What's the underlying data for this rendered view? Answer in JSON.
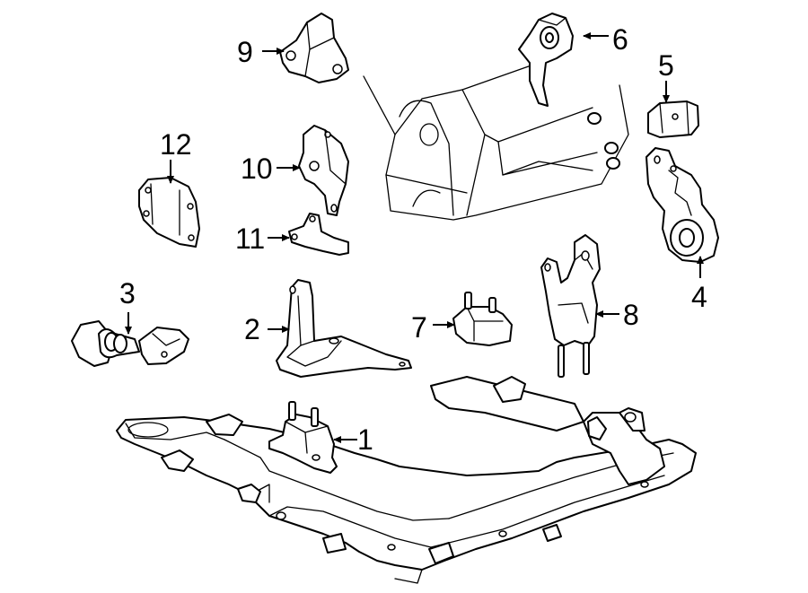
{
  "diagram": {
    "callouts": [
      {
        "id": "1",
        "label": "1"
      },
      {
        "id": "2",
        "label": "2"
      },
      {
        "id": "3",
        "label": "3"
      },
      {
        "id": "4",
        "label": "4"
      },
      {
        "id": "5",
        "label": "5"
      },
      {
        "id": "6",
        "label": "6"
      },
      {
        "id": "7",
        "label": "7"
      },
      {
        "id": "8",
        "label": "8"
      },
      {
        "id": "9",
        "label": "9"
      },
      {
        "id": "10",
        "label": "10"
      },
      {
        "id": "11",
        "label": "11"
      },
      {
        "id": "12",
        "label": "12"
      }
    ],
    "line_color": "#000000",
    "background_color": "#ffffff"
  }
}
